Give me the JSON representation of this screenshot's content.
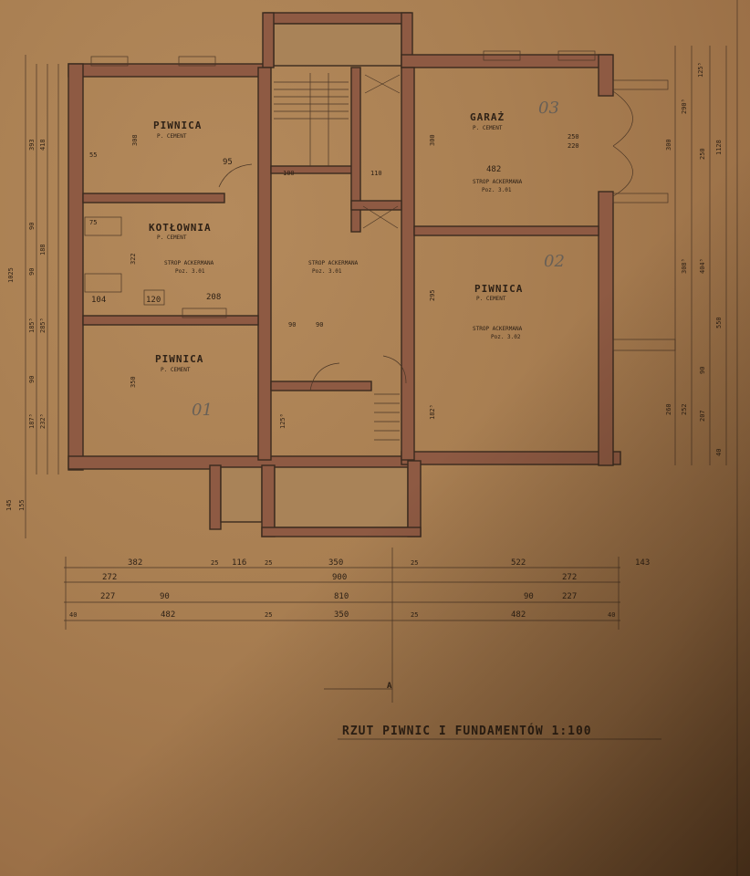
{
  "title": "RZUT PIWNIC I FUNDAMENTÓW 1:100",
  "section_marker": "A",
  "rooms": {
    "piwnica_nw": {
      "name": "PIWNICA",
      "floor": "P. CEMENT"
    },
    "kotlownia": {
      "name": "KOTŁOWNIA",
      "floor": "P. CEMENT",
      "ceiling": "STROP ACKERMANA",
      "ceiling_pos": "Poz. 3.01"
    },
    "piwnica_sw": {
      "name": "PIWNICA",
      "floor": "P. CEMENT"
    },
    "central": {
      "ceiling": "STROP ACKERMANA",
      "ceiling_pos": "Poz. 3.01"
    },
    "garaz": {
      "name": "GARAŻ",
      "floor": "P. CEMENT",
      "ceiling": "STROP ACKERMANA",
      "ceiling_pos": "Poz. 3.01"
    },
    "piwnica_e": {
      "name": "PIWNICA",
      "floor": "P. CEMENT",
      "ceiling": "STROP ACKERMANA",
      "ceiling_pos": "Poz. 3.02"
    }
  },
  "annotations": {
    "n104": "104",
    "n120": "120",
    "n208": "208",
    "n95": "95",
    "n482": "482",
    "n110": "110",
    "n100": "100",
    "n90a": "90",
    "n90b": "90",
    "n55": "55",
    "n75": "75",
    "n322": "322",
    "n350v": "350",
    "n308": "308",
    "n250": "250",
    "n220": "220",
    "n300": "300",
    "n295": "295",
    "n1825": "182⁵",
    "n1250": "125⁰"
  },
  "pencil_notes": {
    "p01": "01",
    "p02": "02",
    "p03": "03"
  },
  "dims_top": {
    "row1": [
      "382",
      "25",
      "116",
      "25",
      "350",
      "25",
      "522",
      "143"
    ],
    "row2": [
      "272",
      "900",
      "272"
    ],
    "row3": [
      "227",
      "90",
      "810",
      "90",
      "227"
    ],
    "row4": [
      "40",
      "482",
      "25",
      "350",
      "25",
      "482",
      "40"
    ]
  },
  "dims_left": [
    "1025",
    "393",
    "418",
    "90",
    "188",
    "90",
    "185⁵",
    "285⁵",
    "90",
    "187⁵",
    "232⁵",
    "145",
    "155"
  ],
  "dims_right": [
    "125⁵",
    "290⁵",
    "300",
    "250",
    "1128",
    "308⁵",
    "404⁵",
    "550",
    "260",
    "252",
    "90",
    "207",
    "40"
  ]
}
